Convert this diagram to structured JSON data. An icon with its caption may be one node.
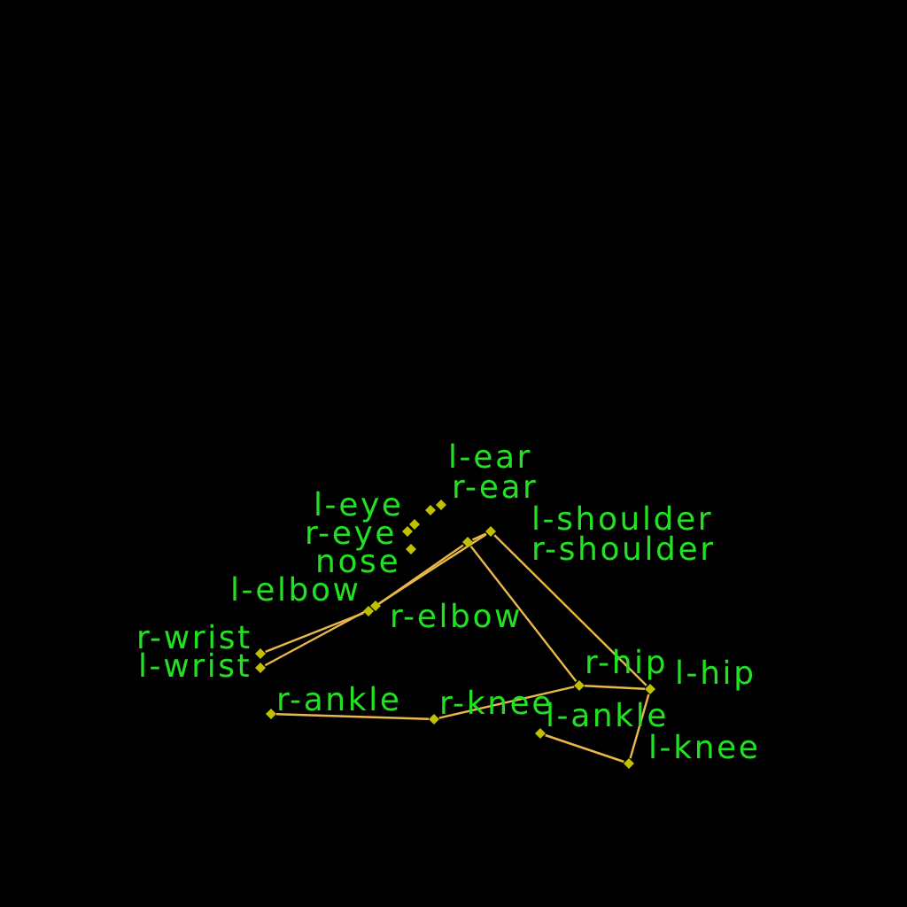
{
  "diagram": {
    "nodes": [
      {
        "text": [
          "r-ear"
        ]
      },
      {
        "text": [
          "l-ear"
        ]
      },
      {
        "text": [
          "r-eye"
        ]
      },
      {
        "text": [
          "l-eye"
        ]
      },
      {
        "text": [
          "nose"
        ]
      },
      {
        "text": [
          "r-shoulder"
        ]
      },
      {
        "text": [
          "l-shoulder"
        ]
      },
      {
        "text": [
          "r-elbow"
        ]
      },
      {
        "text": [
          "l-elbow"
        ]
      },
      {
        "text": [
          "r-wrist"
        ]
      },
      {
        "text": [
          "l-wrist"
        ]
      },
      {
        "text": [
          "r-hip"
        ]
      },
      {
        "text": [
          "l-hip"
        ]
      },
      {
        "text": [
          "r-ankle"
        ]
      },
      {
        "text": [
          "r-knee"
        ]
      },
      {
        "text": [
          "l-ankle"
        ]
      },
      {
        "text": [
          "l-knee"
        ]
      }
    ],
    "edges": [
      {
        "from": 5,
        "to": 6,
        "arrow": "none"
      },
      {
        "from": 5,
        "to": 7,
        "arrow": "none"
      },
      {
        "from": 7,
        "to": 9,
        "arrow": "none"
      },
      {
        "from": 6,
        "to": 8,
        "arrow": "none"
      },
      {
        "from": 8,
        "to": 10,
        "arrow": "none"
      },
      {
        "from": 5,
        "to": 11,
        "arrow": "none"
      },
      {
        "from": 6,
        "to": 12,
        "arrow": "none"
      },
      {
        "from": 11,
        "to": 12,
        "arrow": "none"
      },
      {
        "from": 11,
        "to": 14,
        "arrow": "none"
      },
      {
        "from": 14,
        "to": 13,
        "arrow": "none"
      },
      {
        "from": 12,
        "to": 16,
        "arrow": "none"
      },
      {
        "from": 16,
        "to": 15,
        "arrow": "none"
      }
    ]
  }
}
